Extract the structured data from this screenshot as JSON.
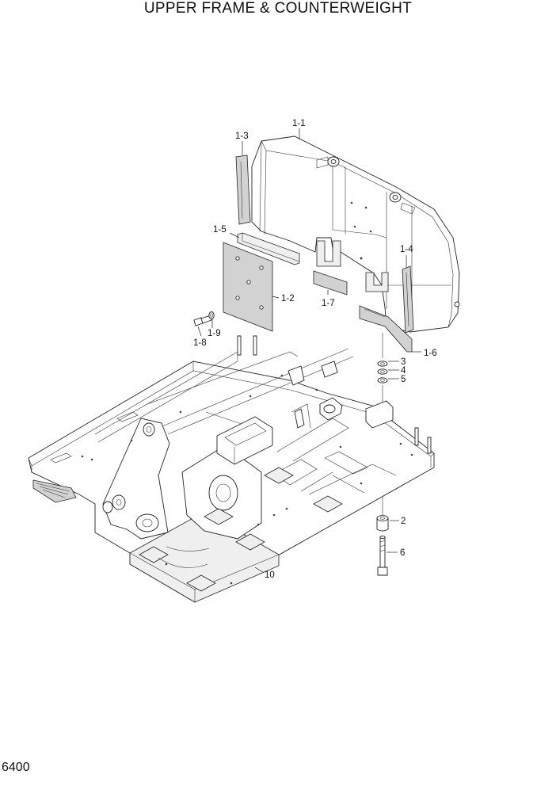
{
  "header": {
    "title": "UPPER FRAME & COUNTERWEIGHT"
  },
  "footer": {
    "page_number": "6400"
  },
  "callouts": {
    "c1_1": "1-1",
    "c1_2": "1-2",
    "c1_3": "1-3",
    "c1_4": "1-4",
    "c1_5": "1-5",
    "c1_6": "1-6",
    "c1_7": "1-7",
    "c1_8": "1-8",
    "c1_9": "1-9",
    "c2": "2",
    "c3": "3",
    "c4": "4",
    "c5": "5",
    "c6": "6",
    "c10": "10"
  }
}
